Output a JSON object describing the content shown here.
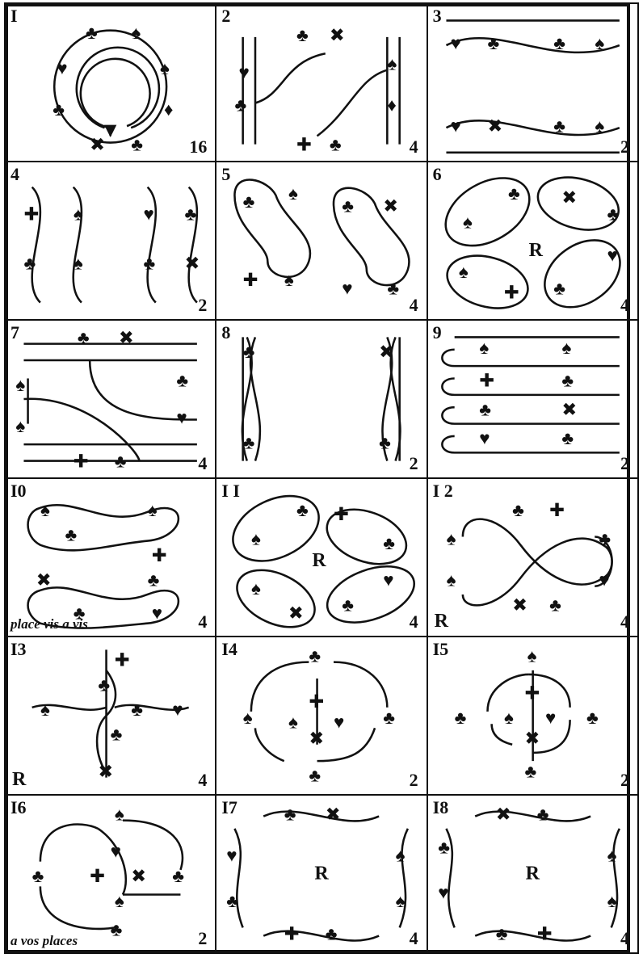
{
  "figures": [
    {
      "num": "I",
      "count": "16"
    },
    {
      "num": "2",
      "count": "4"
    },
    {
      "num": "3",
      "count": "2"
    },
    {
      "num": "4",
      "count": "2"
    },
    {
      "num": "5",
      "count": "4"
    },
    {
      "num": "6",
      "count": "4",
      "mark": "R"
    },
    {
      "num": "7",
      "count": "4"
    },
    {
      "num": "8",
      "count": "2"
    },
    {
      "num": "9",
      "count": "2"
    },
    {
      "num": "I0",
      "count": "4",
      "caption": "place vis a vis"
    },
    {
      "num": "I I",
      "count": "4",
      "mark": "R"
    },
    {
      "num": "I 2",
      "count": "4",
      "mark": "R"
    },
    {
      "num": "I3",
      "count": "4",
      "mark": "R"
    },
    {
      "num": "I4",
      "count": "2"
    },
    {
      "num": "I5",
      "count": "2"
    },
    {
      "num": "I6",
      "count": "2",
      "caption": "a vos places"
    },
    {
      "num": "I7",
      "count": "4",
      "mark": "R"
    },
    {
      "num": "I8",
      "count": "4",
      "mark": "R"
    }
  ],
  "colors": {
    "ink": "#111111",
    "paper": "#ffffff"
  }
}
